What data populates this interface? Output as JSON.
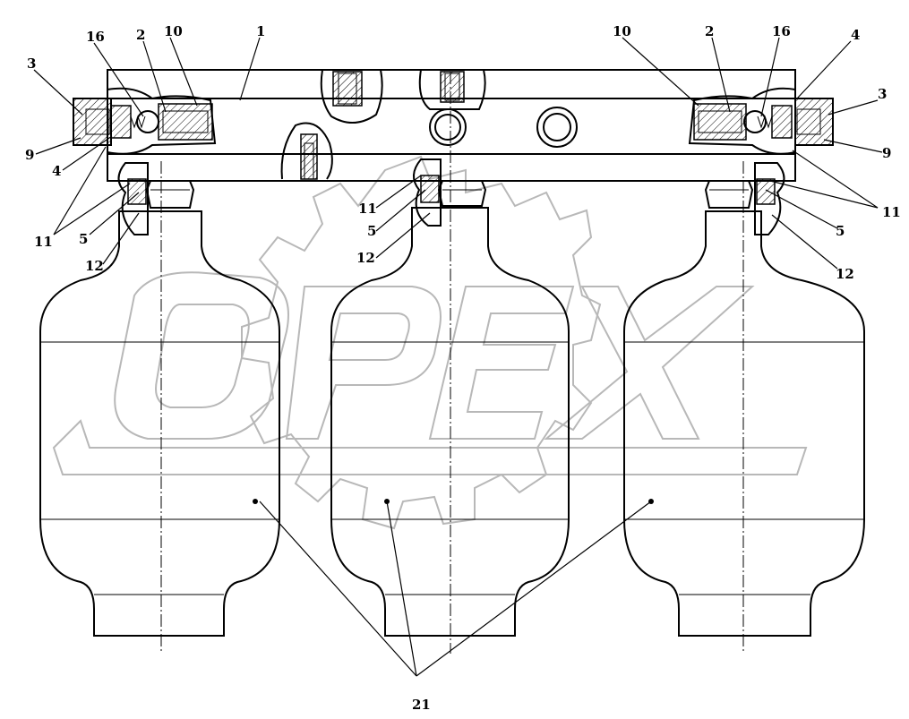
{
  "labels": {
    "body": "1",
    "valve_seat_left": "2",
    "valve_seat_right": "2",
    "cap_left": "3",
    "cap_right": "3",
    "washer_left": "4",
    "washer_right": "4",
    "flange_left": "5",
    "flange_mid": "5",
    "flange_right": "5",
    "seal_left": "9",
    "seal_right": "9",
    "ring_left": "10",
    "ring_right": "10",
    "oring_left": "11",
    "oring_mid": "11",
    "oring_right": "11",
    "screw_left": "12",
    "screw_mid": "12",
    "screw_right": "12",
    "spring_left": "16",
    "spring_right": "16",
    "accumulator": "21"
  },
  "watermark": {
    "text": "OPEX",
    "icon": "gear-icon"
  },
  "colors": {
    "line": "#000000",
    "watermark": "#b8b8b8",
    "background": "#ffffff"
  }
}
